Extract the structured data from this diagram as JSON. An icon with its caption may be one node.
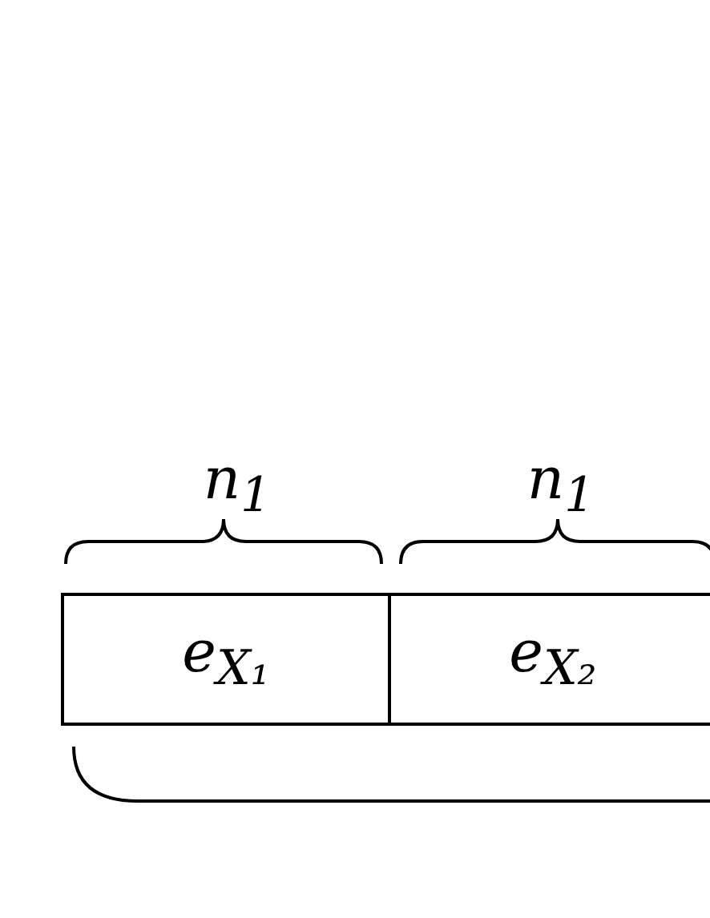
{
  "diagram": {
    "nodes": [
      {
        "text": [
          "e$_{X₁}$"
        ]
      },
      {
        "text": [
          "e$_{X₂}$"
        ]
      }
    ],
    "edges": [],
    "labels": [
      "n$_{1}$",
      "n$_{1}$"
    ]
  }
}
